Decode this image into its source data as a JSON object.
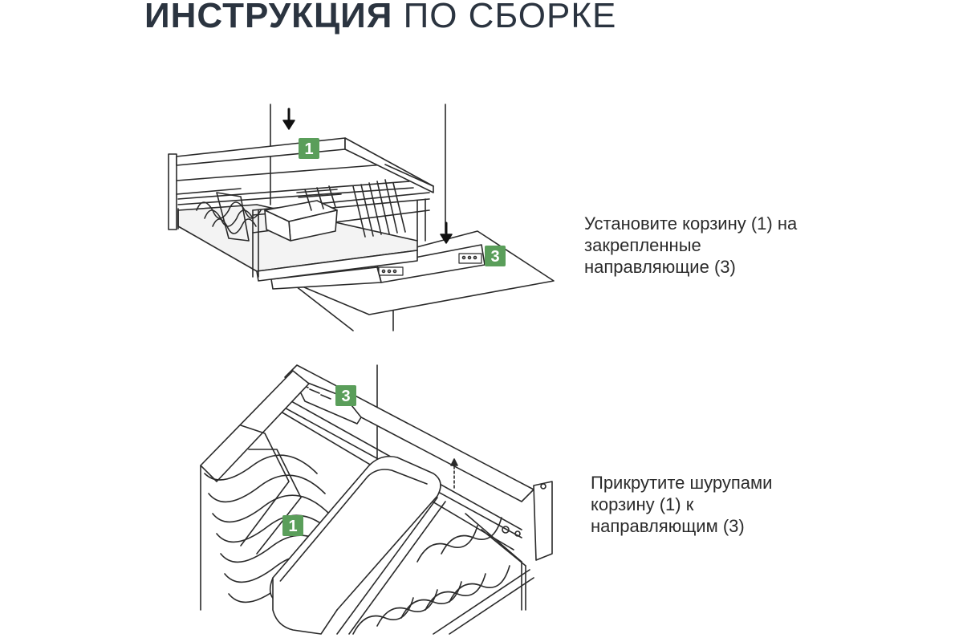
{
  "title": {
    "bold": "ИНСТРУКЦИЯ",
    "light": "ПО СБОРКЕ"
  },
  "steps": [
    {
      "lines": [
        "Установите корзину (1) на",
        "закрепленные",
        "направляющие (3)"
      ]
    },
    {
      "lines": [
        "Прикрутите шурупами",
        "корзину (1) к",
        "направляющим (3)"
      ]
    }
  ],
  "badges": {
    "basket": "1",
    "rail": "3"
  },
  "colors": {
    "badge": "#5a9e5a",
    "title": "#2b3440",
    "line": "#2a2a2a"
  },
  "icons": [
    "down-arrow-icon",
    "down-arrow-icon"
  ]
}
